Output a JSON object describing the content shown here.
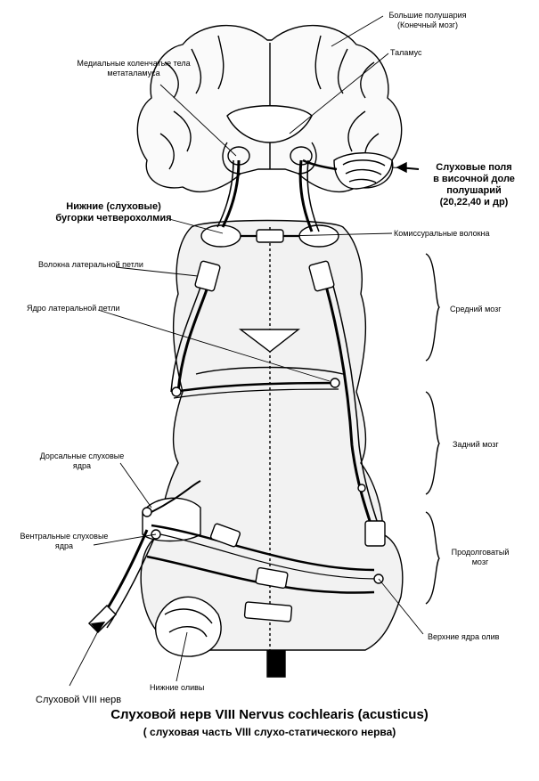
{
  "labels": {
    "hemispheres": "Большие полушария",
    "hemispheres_sub": "(Конечный мозг)",
    "thalamus": "Таламус",
    "medial_geniculate": "Медиальные коленчатые тела",
    "medial_geniculate_sub": "метаталамуса",
    "auditory_fields_1": "Слуховые поля",
    "auditory_fields_2": "в височной доле",
    "auditory_fields_3": "полушарий",
    "auditory_fields_4": "(20,22,40 и др)",
    "inferior_colliculi_1": "Нижние (слуховые)",
    "inferior_colliculi_2": "бугорки четверохолмия",
    "commissural_fibers": "Комиссуральные волокна",
    "lateral_lemniscus_fibers": "Волокна латеральной  петли",
    "lateral_lemniscus_nucleus": "Ядро латеральной петли",
    "midbrain": "Средний мозг",
    "hindbrain": "Задний мозг",
    "dorsal_nuclei_1": "Дорсальные слуховые",
    "dorsal_nuclei_2": "ядра",
    "ventral_nuclei_1": "Вентральные слуховые",
    "ventral_nuclei_2": "ядра",
    "medulla_1": "Продолговатый",
    "medulla_2": "мозг",
    "superior_olive": "Верхние ядра олив",
    "inferior_olives": "Нижние оливы",
    "nerve": "Слуховой VIII нерв"
  },
  "caption": {
    "title": "Слуховой нерв  VIII Nervus cochlearis (acusticus)",
    "subtitle": "( слуховая часть VIII  слухо-статического нерва)"
  },
  "colors": {
    "ink": "#000000",
    "paper": "#ffffff",
    "tissue": "#f2f2f2"
  }
}
